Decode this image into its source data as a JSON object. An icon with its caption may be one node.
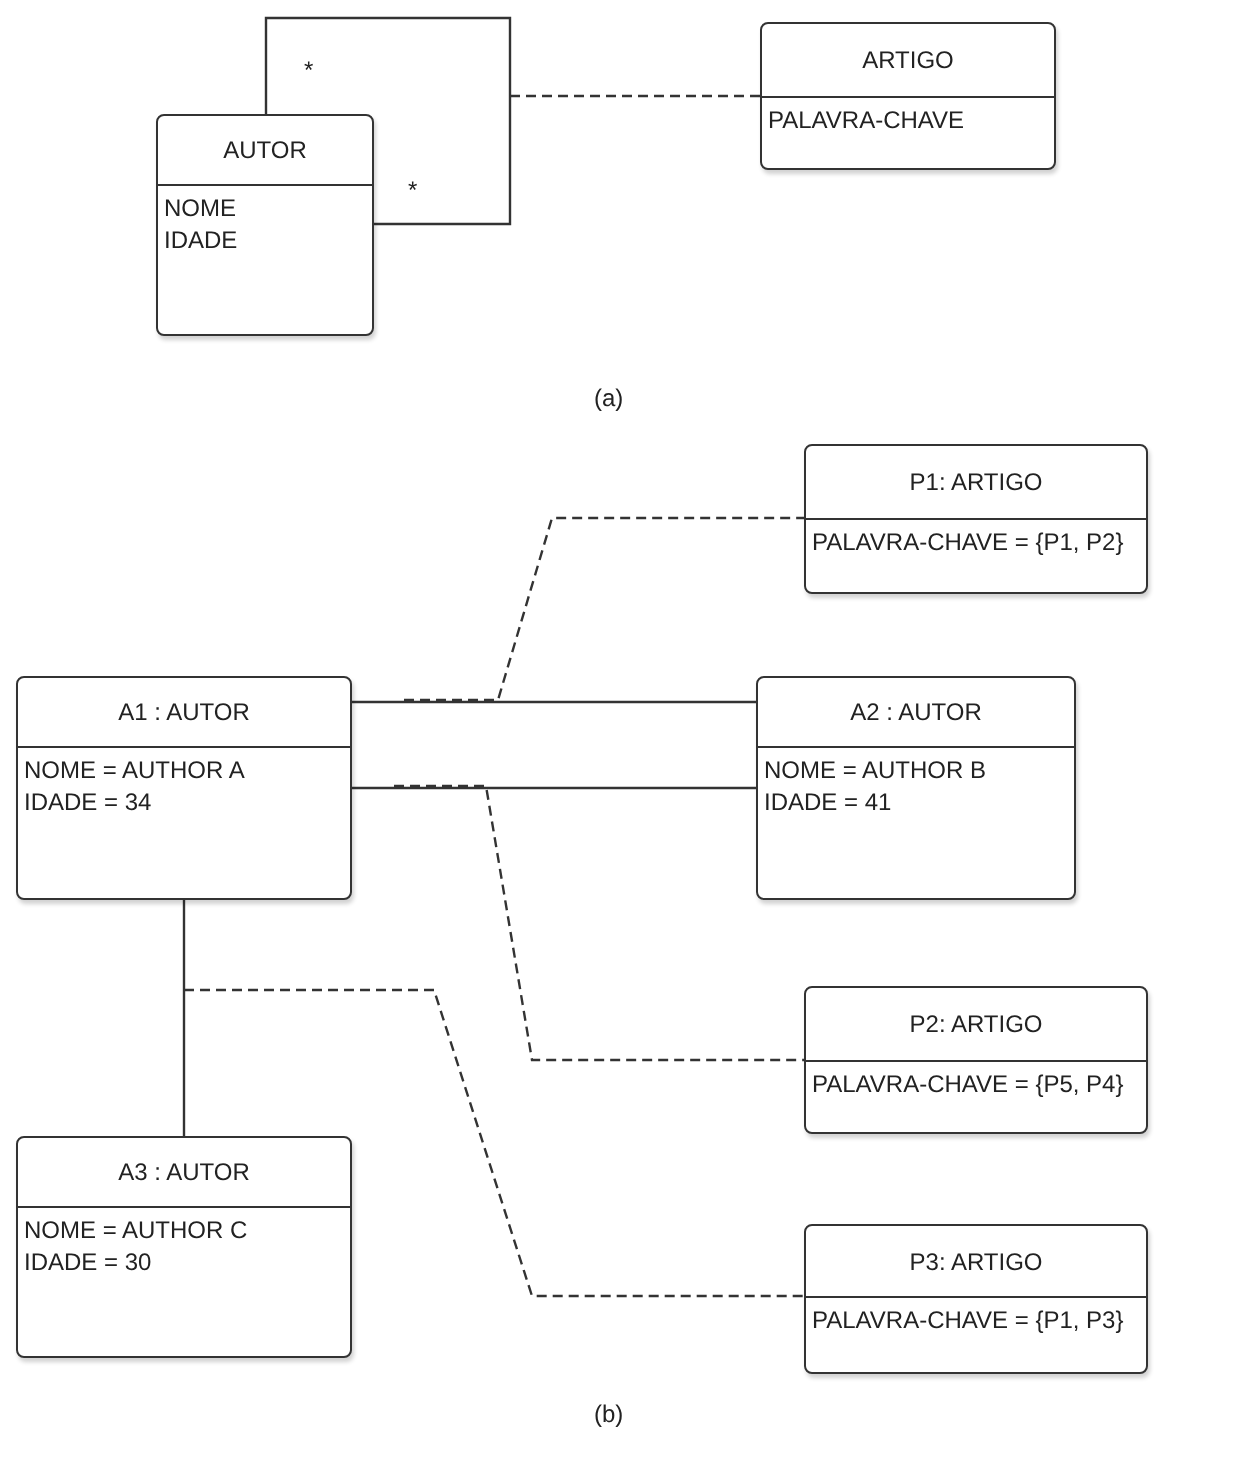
{
  "diagram": {
    "nodes": [
      {
        "text": [
          "AUTOR",
          "NOME",
          "IDADE"
        ]
      },
      {
        "text": [
          "ARTIGO",
          "PALAVRA-CHAVE"
        ]
      },
      {
        "text": [
          "P1: ARTIGO",
          "PALAVRA-CHAVE = {P1, P2}"
        ]
      },
      {
        "text": [
          "A1 : AUTOR",
          "NOME = AUTHOR A",
          "IDADE = 34"
        ]
      },
      {
        "text": [
          "A2 : AUTOR",
          "NOME = AUTHOR B",
          "IDADE = 41"
        ]
      },
      {
        "text": [
          "P2: ARTIGO",
          "PALAVRA-CHAVE = {P5, P4}"
        ]
      },
      {
        "text": [
          "A3 : AUTOR",
          "NOME = AUTHOR C",
          "IDADE = 30"
        ]
      },
      {
        "text": [
          "P3: ARTIGO",
          "PALAVRA-CHAVE = {P1, P3}"
        ]
      }
    ],
    "edges": [
      {
        "from": 0,
        "to": 0,
        "arrow": "none"
      },
      {
        "from": null,
        "to": 1,
        "arrow": "none",
        "style": "dashed"
      },
      {
        "from": 3,
        "to": 4,
        "arrow": "none"
      },
      {
        "from": 3,
        "to": 4,
        "arrow": "none"
      },
      {
        "from": 3,
        "to": 6,
        "arrow": "none"
      },
      {
        "from": null,
        "to": 2,
        "arrow": "none",
        "style": "dashed"
      },
      {
        "from": null,
        "to": 5,
        "arrow": "none",
        "style": "dashed"
      },
      {
        "from": null,
        "to": 7,
        "arrow": "none",
        "style": "dashed"
      }
    ],
    "labels": [
      "*",
      "*",
      "(a)",
      "(b)"
    ]
  }
}
